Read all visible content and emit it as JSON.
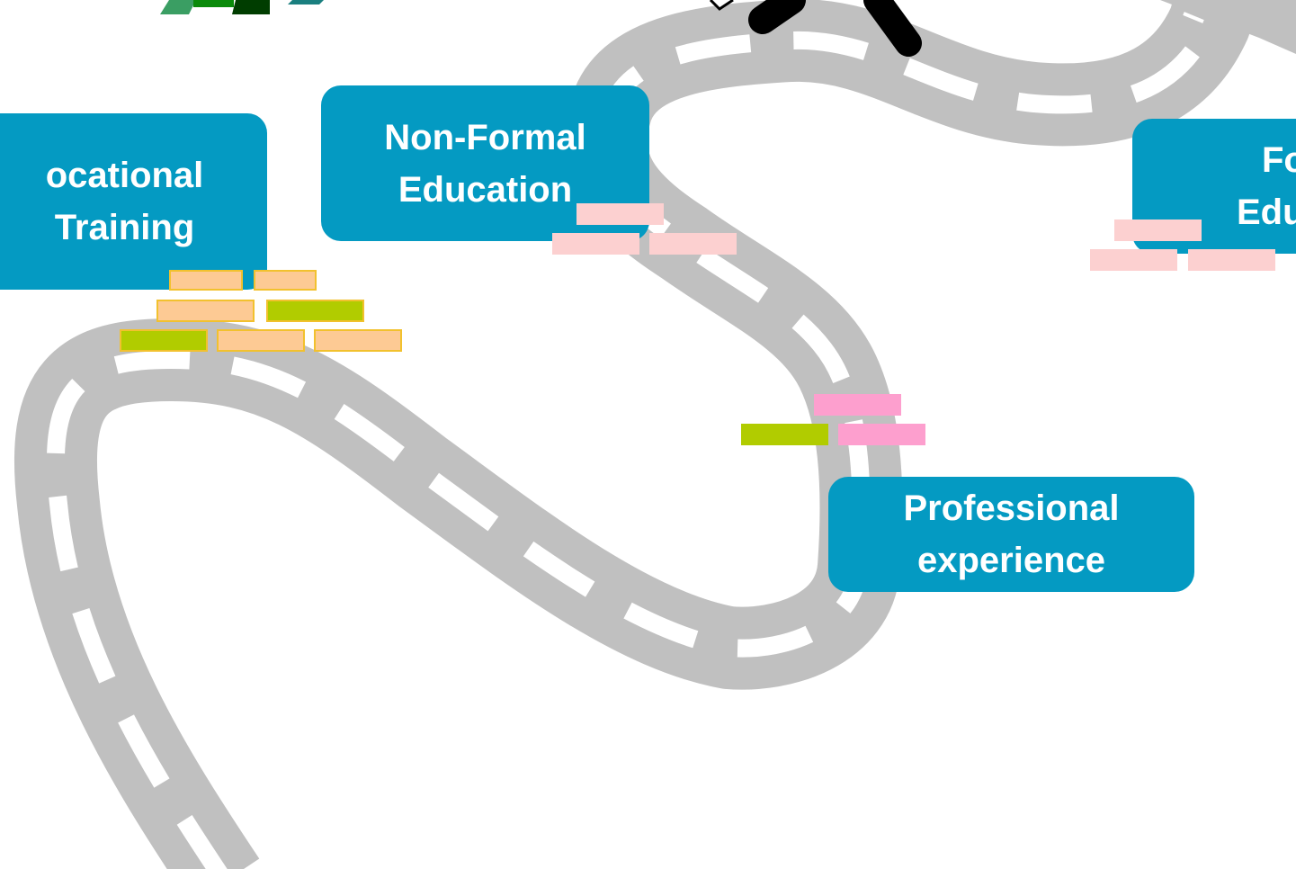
{
  "colors": {
    "road": "#c0c0c0",
    "road_dash": "#ffffff",
    "box": "#049ac2",
    "box_text": "#ffffff",
    "brick_peach": "#fdca94",
    "brick_green": "#b1cc00",
    "brick_pink": "#fcd0d0",
    "brick_hot_pink": "#fd9fce",
    "brick_outline": "#f2c12e"
  },
  "boxes": {
    "vocational": {
      "line1": "ocational",
      "line2": "Training"
    },
    "non_formal": {
      "line1": "Non-Formal",
      "line2": "Education"
    },
    "professional": {
      "line1": "Professional",
      "line2": "experience"
    },
    "formal": {
      "line1": "Fo",
      "line2": "Edu"
    }
  },
  "icons": [
    "road",
    "walking-figure",
    "road-sign"
  ]
}
